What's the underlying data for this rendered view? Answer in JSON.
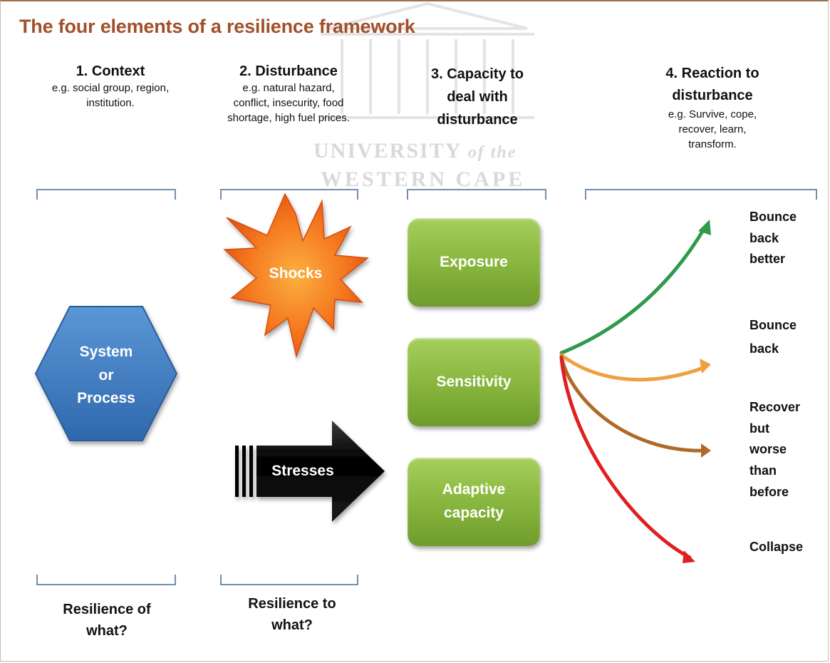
{
  "title": "The four elements of a resilience framework",
  "watermark": {
    "line1": "UNIVERSITY",
    "line1_suffix": "of the",
    "line2": "WESTERN CAPE"
  },
  "columns": [
    {
      "heading": "1. Context",
      "sub": "e.g. social group, region, institution."
    },
    {
      "heading": "2. Disturbance",
      "sub": "e.g. natural hazard, conflict, insecurity, food shortage, high fuel prices."
    },
    {
      "heading": "3. Capacity to deal with disturbance",
      "sub": ""
    },
    {
      "heading": "4. Reaction to disturbance",
      "sub": "e.g. Survive, cope, recover, learn, transform."
    }
  ],
  "shapes": {
    "system": [
      "System",
      "or",
      "Process"
    ],
    "shocks": "Shocks",
    "stresses": "Stresses",
    "exposure": "Exposure",
    "sensitivity": "Sensitivity",
    "adaptive": "Adaptive capacity"
  },
  "reactions": [
    {
      "label": "Bounce back better",
      "color": "#2e9a4a"
    },
    {
      "label": "Bounce back",
      "color": "#f0a040"
    },
    {
      "label": "Recover but worse than before",
      "color": "#b06a28"
    },
    {
      "label": "Collapse",
      "color": "#e02020"
    }
  ],
  "bottom_labels": [
    "Resilience of what?",
    "Resilience to what?"
  ],
  "colors": {
    "title": "#a0502a",
    "bracket": "#6f8fb0",
    "hexagon": "#3e7cc0",
    "shock_fill": "#f07020",
    "box_green": "#86b43c"
  }
}
